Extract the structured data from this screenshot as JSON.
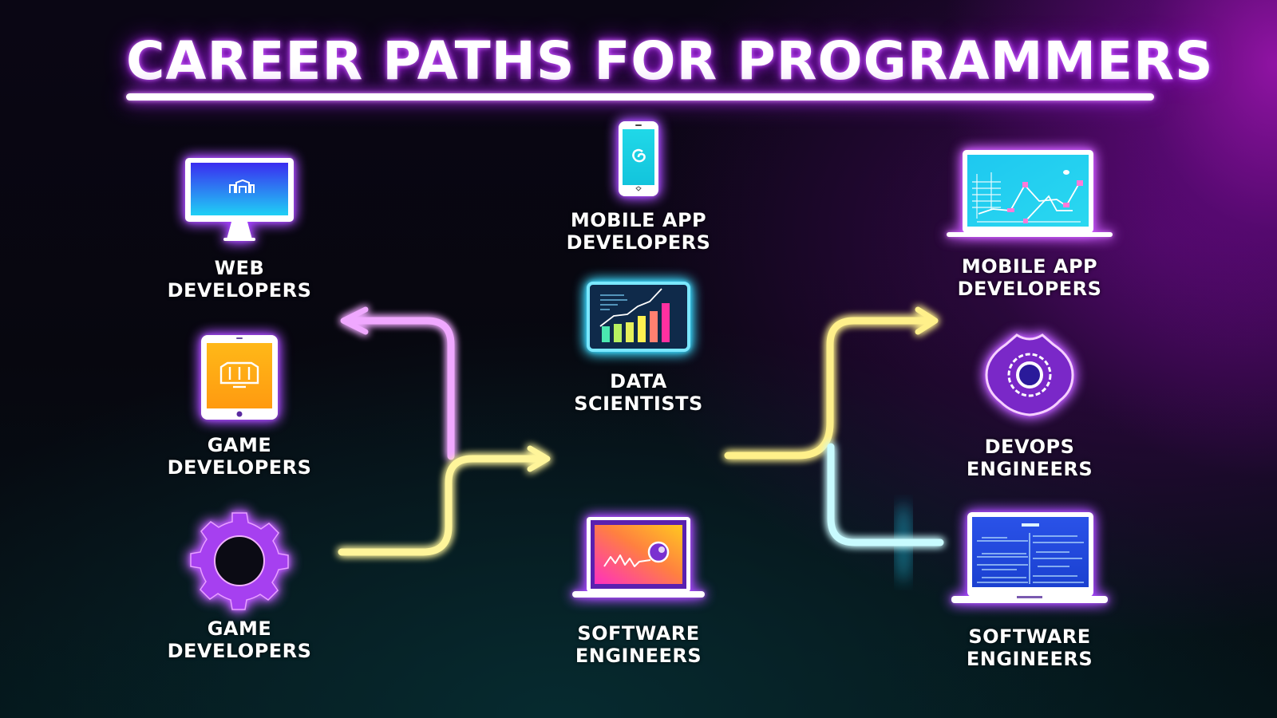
{
  "title": "CAREER PATHS FOR PROGRAMMERS",
  "colors": {
    "accent_purple": "#b030f0",
    "arrow_purple": "#e070ff",
    "arrow_yellow": "#fff27a",
    "arrow_cyan": "#7af5ff",
    "background": "#07070f"
  },
  "left_column": [
    {
      "icon": "desktop-monitor-icon",
      "line1": "WEB",
      "line2": "DEVELOPERS"
    },
    {
      "icon": "tablet-icon",
      "line1": "GAME",
      "line2": "DEVELOPERS"
    },
    {
      "icon": "gear-icon",
      "line1": "GAME",
      "line2": "DEVELOPERS"
    }
  ],
  "center_column": [
    {
      "icon": "smartphone-icon",
      "line1": "MOBILE APP",
      "line2": "DEVELOPERS"
    },
    {
      "icon": "bar-chart-dashboard-icon",
      "line1": "DATA",
      "line2": "SCIENTISTS"
    },
    {
      "icon": "laptop-chart-icon",
      "line1": "SOFTWARE",
      "line2": "ENGINEERS"
    }
  ],
  "right_column": [
    {
      "icon": "laptop-line-chart-icon",
      "line1": "MOBILE APP",
      "line2": "DEVELOPERS"
    },
    {
      "icon": "devops-cog-icon",
      "line1": "DEVOPS",
      "line2": "ENGINEERS"
    },
    {
      "icon": "laptop-code-icon",
      "line1": "SOFTWARE",
      "line2": "ENGINEERS"
    }
  ],
  "connectors": [
    {
      "name": "left-purple-arrow",
      "color": "purple",
      "direction": "to Web Developers"
    },
    {
      "name": "left-yellow-arrow",
      "color": "yellow",
      "direction": "from Game Developers to center"
    },
    {
      "name": "right-yellow-arrow",
      "color": "yellow",
      "direction": "to right Mobile App Developers"
    },
    {
      "name": "right-cyan-arrow",
      "color": "cyan",
      "direction": "to right Software Engineers"
    }
  ]
}
